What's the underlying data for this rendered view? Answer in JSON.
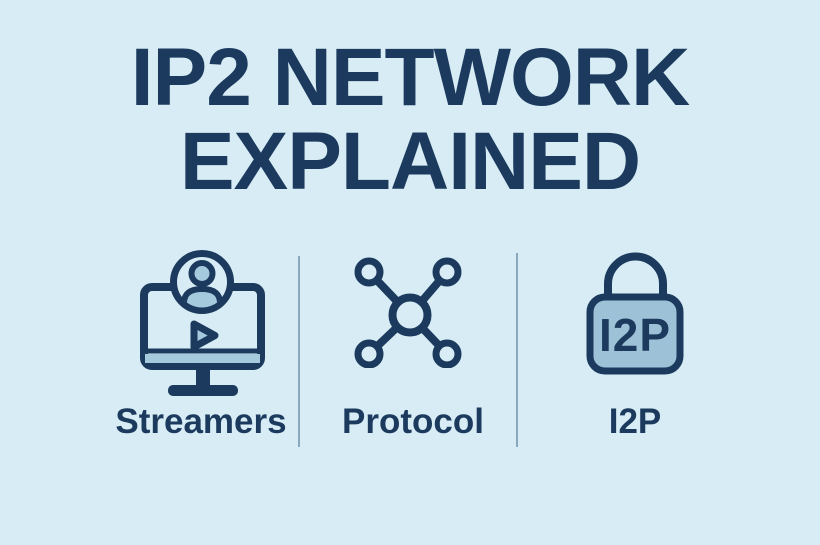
{
  "title": {
    "line1": "IP2 NETWORK",
    "line2": "EXPLAINED"
  },
  "columns": [
    {
      "id": "streamers",
      "icon": "streamer-monitor-icon",
      "label": "Streamers"
    },
    {
      "id": "protocol",
      "icon": "network-nodes-icon",
      "label": "Protocol"
    },
    {
      "id": "i2p",
      "icon": "padlock-icon",
      "label": "I2P",
      "lock_text": "I2P"
    }
  ],
  "colors": {
    "background": "#d7ecf4",
    "navy": "#1b3a5e",
    "light_fill": "#a5c9dd",
    "lock_body_fill": "#9dc1d6",
    "divider": "#8ba9bd"
  }
}
